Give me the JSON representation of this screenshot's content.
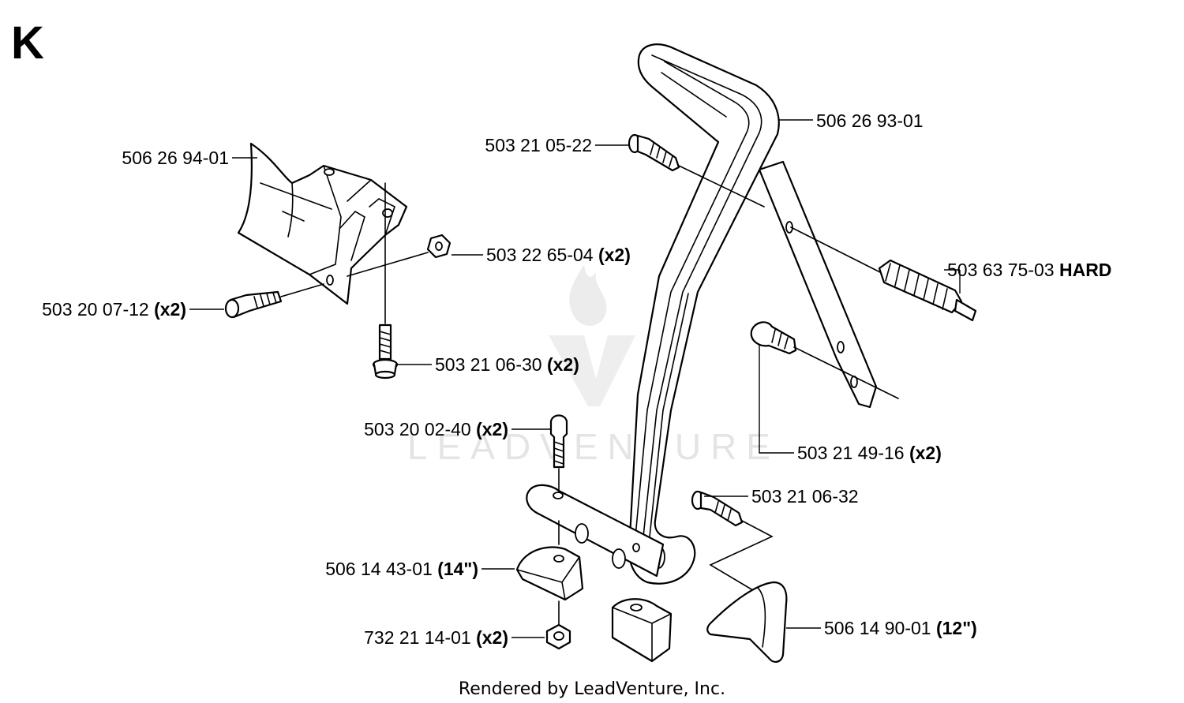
{
  "section_letter": "K",
  "watermark": "LEADVENTURE",
  "footer": "Rendered by LeadVenture, Inc.",
  "callouts": [
    {
      "id": "p1",
      "part": "506 26 94-01",
      "qty": ""
    },
    {
      "id": "p2",
      "part": "503 22 65-04",
      "qty": "(x2)"
    },
    {
      "id": "p3",
      "part": "503 20 07-12",
      "qty": "(x2)"
    },
    {
      "id": "p4",
      "part": "503 21 06-30",
      "qty": "(x2)"
    },
    {
      "id": "p5",
      "part": "503 21 05-22",
      "qty": ""
    },
    {
      "id": "p6",
      "part": "506 26 93-01",
      "qty": ""
    },
    {
      "id": "p7",
      "part": "503 63 75-03",
      "qty": "HARD"
    },
    {
      "id": "p8",
      "part": "503 21 49-16",
      "qty": "(x2)"
    },
    {
      "id": "p9",
      "part": "503 20 02-40",
      "qty": "(x2)"
    },
    {
      "id": "p10",
      "part": "503 21 06-32",
      "qty": ""
    },
    {
      "id": "p11",
      "part": "506 14 43-01",
      "qty": "(14\")"
    },
    {
      "id": "p12",
      "part": "732 21 14-01",
      "qty": "(x2)"
    },
    {
      "id": "p13",
      "part": "506 14 90-01",
      "qty": "(12\")"
    }
  ]
}
